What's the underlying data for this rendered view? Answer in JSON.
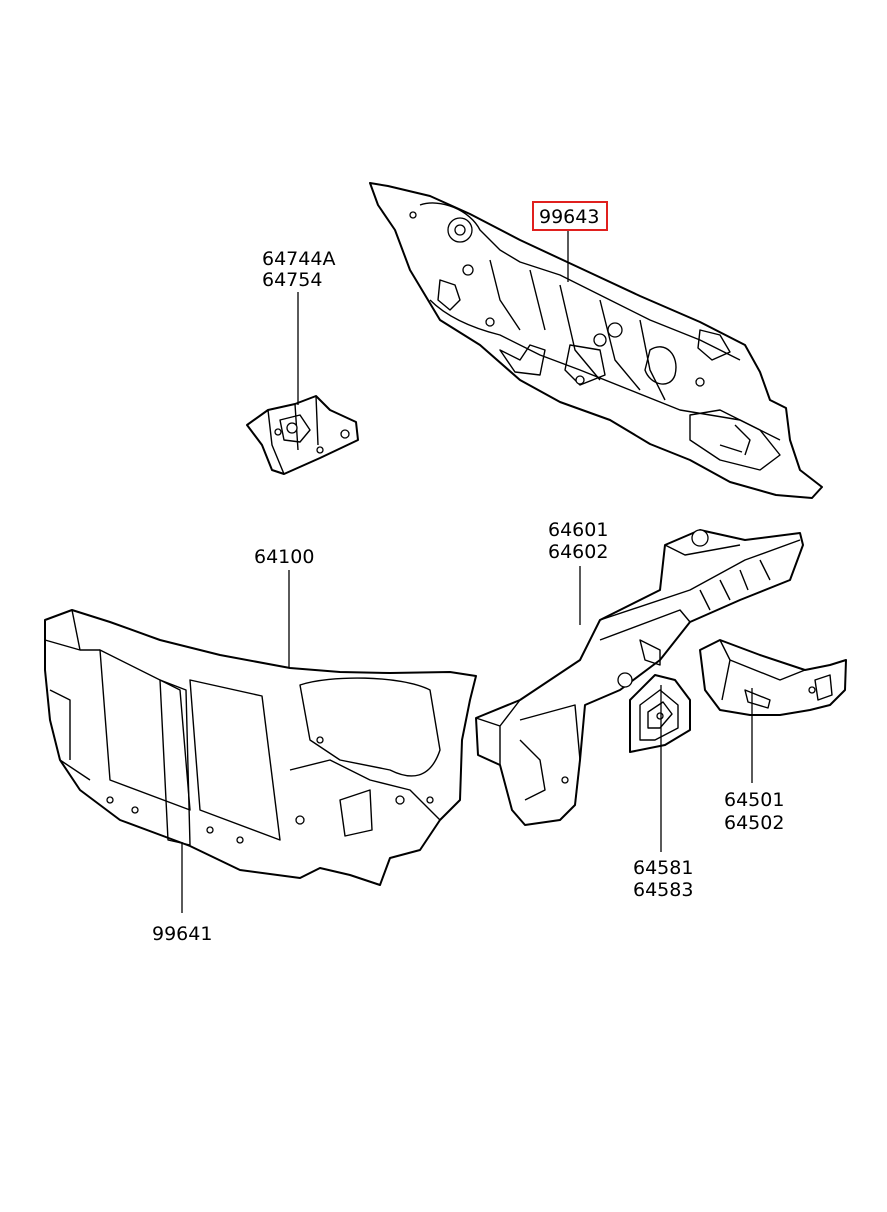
{
  "callouts": {
    "dash_panel": {
      "label": "99643",
      "highlighted": true
    },
    "bracket": {
      "lines": [
        "64744A",
        "64754"
      ]
    },
    "radiator_support": {
      "label": "64100"
    },
    "radiator_support_sub": {
      "label": "99641"
    },
    "side_member": {
      "lines": [
        "64601",
        "64602"
      ]
    },
    "apron_rear": {
      "lines": [
        "64501",
        "64502"
      ]
    },
    "apron_bracket": {
      "lines": [
        "64581",
        "64583"
      ]
    }
  },
  "colors": {
    "highlight": "#e0201e",
    "line": "#000000",
    "background": "#ffffff"
  }
}
